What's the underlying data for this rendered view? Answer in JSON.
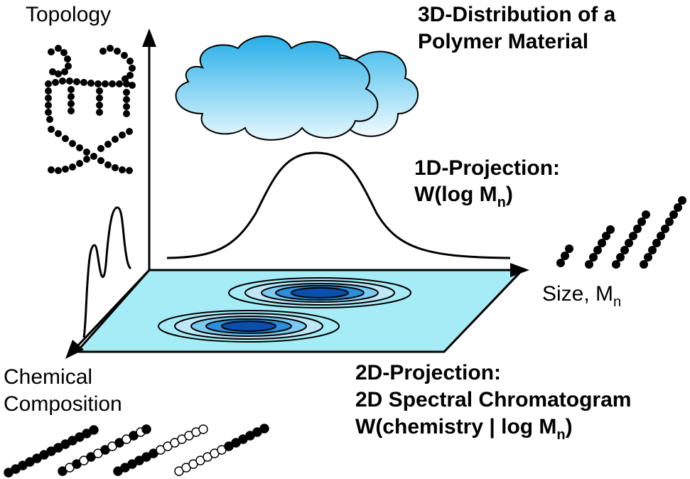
{
  "labels": {
    "topology": "Topology",
    "size": "Size, M",
    "size_sub": "n",
    "chem_line1": "Chemical",
    "chem_line2": "Composition"
  },
  "titles": {
    "dist3d_line1": "3D-Distribution of a",
    "dist3d_line2": "Polymer Material",
    "proj1d_line1": "1D-Projection:",
    "proj1d_line2_a": "W(log M",
    "proj1d_line2_sub": "n",
    "proj1d_line2_b": ")",
    "proj2d_line1": "2D-Projection:",
    "proj2d_line2": "2D Spectral Chromatogram",
    "proj2d_line3_a": "W(chemistry | log M",
    "proj2d_line3_sub": "n",
    "proj2d_line3_b": ")"
  },
  "colors": {
    "plane": "#a6ecf6",
    "cloud_light": "#e6f8fd",
    "cloud_dark": "#27aee8",
    "contour_1": "#bfe7f8",
    "contour_2": "#7ccaf0",
    "contour_3": "#2a8fd8",
    "contour_4": "#0a4fae"
  }
}
